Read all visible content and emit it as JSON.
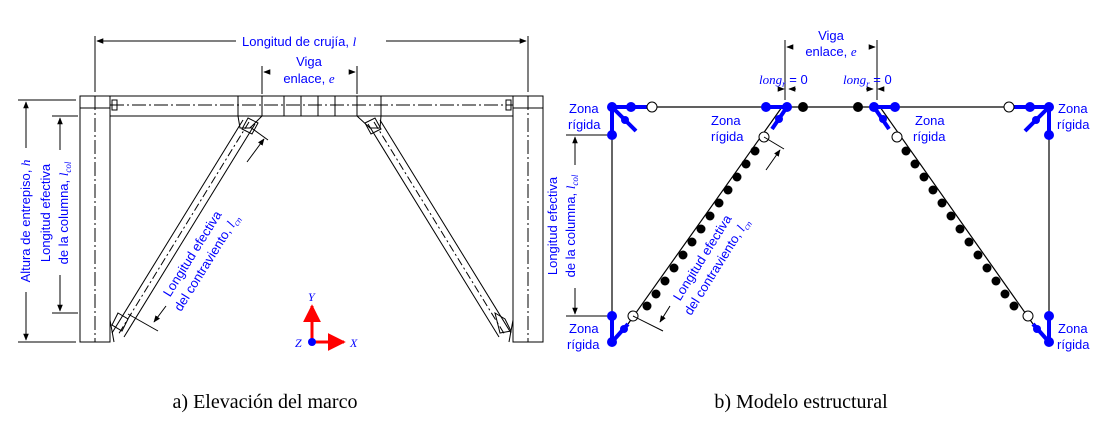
{
  "colors": {
    "blue": "#0000ff",
    "black": "#000000",
    "red": "#ff0000"
  },
  "panel_a": {
    "caption": "a) Elevación del marco",
    "bay_length_text": "Longitud de crujía,",
    "bay_length_sym": "l",
    "link_title": "Viga",
    "link_text": "enlace,",
    "link_sym": "e",
    "story_height_text": "Altura de entrepiso,",
    "story_height_sym": "h",
    "col_len_line1": "Longitud efectiva",
    "col_len_line2": "de la columna,",
    "col_len_sym": "l",
    "col_len_sub": "col",
    "brace_len_line1": "Longitud efectiva",
    "brace_len_line2": "del contraviento,",
    "brace_len_sym": "l",
    "brace_len_sub": "cn",
    "axis_y": "Y",
    "axis_z": "Z",
    "axis_x": "X"
  },
  "panel_b": {
    "caption": "b) Modelo estructural",
    "link_title": "Viga",
    "link_text": "enlace,",
    "link_sym": "e",
    "long_left_text": "long",
    "long_left_sub": "r",
    "long_left_val": " = 0",
    "long_right_text": "long",
    "long_right_sub": "r",
    "long_right_val": " = 0",
    "zona_word": "Zona",
    "rigida_word": "rígida",
    "col_len_line1": "Longitud efectiva",
    "col_len_line2": "de la columna,",
    "col_len_sym": "l",
    "col_len_sub": "col",
    "brace_len_line1": "Longitud efectiva",
    "brace_len_line2": "del contraviento,",
    "brace_len_sym": "l",
    "brace_len_sub": "cn"
  }
}
